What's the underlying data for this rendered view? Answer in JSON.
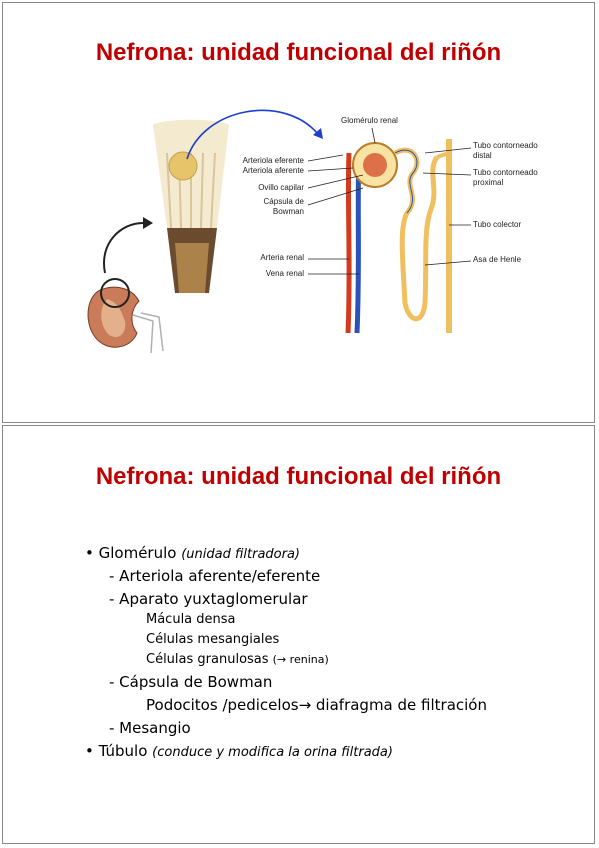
{
  "slide1": {
    "title": "Nefrona: unidad funcional del riñón",
    "labels": {
      "glomerulo_renal": "Glomérulo renal",
      "arteriola_eferente": "Arteriola eferente",
      "arteriola_aferente": "Arteriola aferente",
      "ovillo_capilar": "Ovillo capilar",
      "capsula_de": "Cápsula de",
      "bowman": "Bowman",
      "arteria_renal": "Arteria renal",
      "vena_renal": "Vena renal",
      "tubo_contorneado_distal_1": "Tubo contorneado",
      "tubo_contorneado_distal_2": "distal",
      "tubo_contorneado_proximal_1": "Tubo contorneado",
      "tubo_contorneado_proximal_2": "proximal",
      "tubo_colector": "Tubo colector",
      "asa_de_henle": "Asa de Henle"
    }
  },
  "slide2": {
    "title": "Nefrona: unidad funcional del riñón",
    "bullets": {
      "glomerulo": "Glomérulo",
      "glomerulo_note": "(unidad filtradora)",
      "arteriola": "- Arteriola aferente/eferente",
      "aparato": "- Aparato yuxtaglomerular",
      "macula": "Mácula densa",
      "celulas_mesangiales": "Células mesangiales",
      "celulas_granulosas": "Células granulosas",
      "renina_note": "(→ renina)",
      "capsula": "- Cápsula de Bowman",
      "podocitos": "Podocitos /pedicelos→ diafragma de filtración",
      "mesangio": "- Mesangio",
      "tubulo": "Túbulo",
      "tubulo_note": "(conduce y modifica la orina filtrada)"
    }
  }
}
